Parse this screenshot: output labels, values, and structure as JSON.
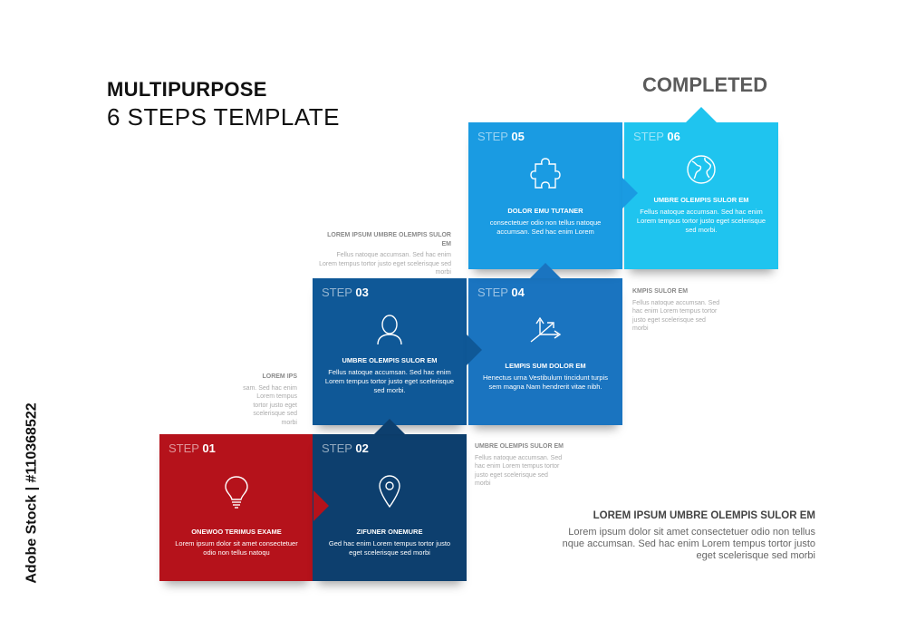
{
  "title": {
    "line1": "MULTIPURPOSE",
    "line2": "6 STEPS TEMPLATE"
  },
  "completed_label": "COMPLETED",
  "colors": {
    "step1": "#b5121b",
    "step2": "#0d3f6e",
    "step3": "#0f5897",
    "step4": "#1a74c0",
    "step5": "#1a9be2",
    "step6": "#1fc4ef"
  },
  "steps": [
    {
      "step_word": "STEP",
      "number": "01",
      "icon": "lightbulb-icon",
      "heading": "ONEWOO TERIMUS EXAME",
      "text": "Lorem ipsum dolor sit amet consectetuer odio non tellus natoqu"
    },
    {
      "step_word": "STEP",
      "number": "02",
      "icon": "map-pin-icon",
      "heading": "ZIFUNER ONEMURE",
      "text": "Ged hac enim Lorem tempus tortor justo eget scelerisque sed morbi"
    },
    {
      "step_word": "STEP",
      "number": "03",
      "icon": "person-icon",
      "heading": "UMBRE OLEMPIS SULOR EM",
      "text": "Fellus natoque accumsan. Sed hac enim Lorem tempus tortor justo eget scelerisque sed morbi."
    },
    {
      "step_word": "STEP",
      "number": "04",
      "icon": "arrows-split-icon",
      "heading": "LEMPIS SUM DOLOR EM",
      "text": "Henectus urna Vestibulum tincidunt turpis sem magna Nam hendrerit vitae nibh."
    },
    {
      "step_word": "STEP",
      "number": "05",
      "icon": "puzzle-icon",
      "heading": "DOLOR EMU TUTANER",
      "text": "consectetuer odio non tellus natoque accumsan. Sed hac enim Lorem"
    },
    {
      "step_word": "STEP",
      "number": "06",
      "icon": "globe-icon",
      "heading": "UMBRE OLEMPIS SULOR EM",
      "text": "Fellus natoque accumsan. Sed hac enim Lorem tempus tortor justo eget scelerisque sed morbi."
    }
  ],
  "notes": {
    "n1": {
      "heading": "LOREM IPS",
      "text": "sam. Sed hac enim Lorem tempus tortor justo eget scelerisque sed morbi"
    },
    "n2": {
      "heading": "UMBRE OLEMPIS SULOR EM",
      "text": "Fellus natoque accumsan. Sed hac enim Lorem tempus tortor justo eget scelerisque sed morbi"
    },
    "n3": {
      "heading": "LOREM IPSUM UMBRE OLEMPIS SULOR EM",
      "text": "Fellus natoque accumsan. Sed hac enim Lorem tempus tortor justo eget scelerisque sed morbi"
    },
    "n4": {
      "heading": "KMPIS SULOR EM",
      "text": "Fellus natoque accumsan. Sed hac enim Lorem tempus tortor justo eget scelerisque sed morbi"
    },
    "big": {
      "heading": "LOREM IPSUM UMBRE OLEMPIS SULOR EM",
      "text": "Lorem ipsum dolor sit amet consectetuer odio non tellus nque accumsan. Sed hac enim Lorem tempus tortor justo eget scelerisque sed morbi"
    }
  },
  "side_caption": "Adobe Stock | #110368522"
}
